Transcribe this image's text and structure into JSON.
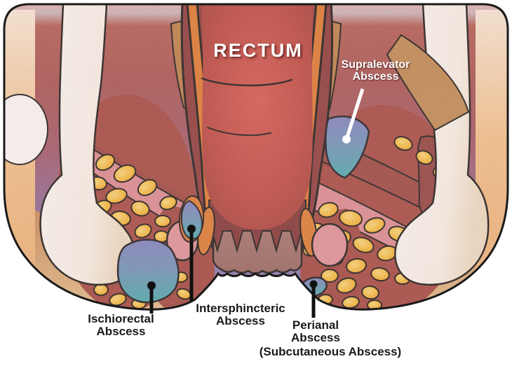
{
  "diagram": {
    "type": "anatomical-illustration",
    "subject": "anorectal abscess locations",
    "title": "RECTUM",
    "labels": {
      "supralevator": {
        "line1": "Supralevator",
        "line2": "Abscess"
      },
      "ischiorectal": {
        "line1": "Ischiorectal",
        "line2": "Abscess"
      },
      "intersphincteric": {
        "line1": "Intersphincteric",
        "line2": "Abscess"
      },
      "perianal": {
        "line1": "Perianal",
        "line2": "Abscess",
        "line3": "(Subcutaneous Abscess)"
      }
    },
    "colors": {
      "abscess_blue": "#7d82c4",
      "abscess_teal": "#44aeb2",
      "fat_yellow": "#f9bc3a",
      "muscle_red": "#a3453e",
      "levator_pink": "#dd8b93",
      "rectum_red": "#c8463e",
      "rectum_dark": "#7d3031",
      "sphincter_orange": "#e0792c",
      "bone_white": "#ffffff",
      "skin_tan": "#c68c54",
      "background_purple": "#8478b4",
      "background_brick": "#a85250",
      "label_black": "#1a1a1a",
      "label_white": "#ffffff"
    }
  }
}
